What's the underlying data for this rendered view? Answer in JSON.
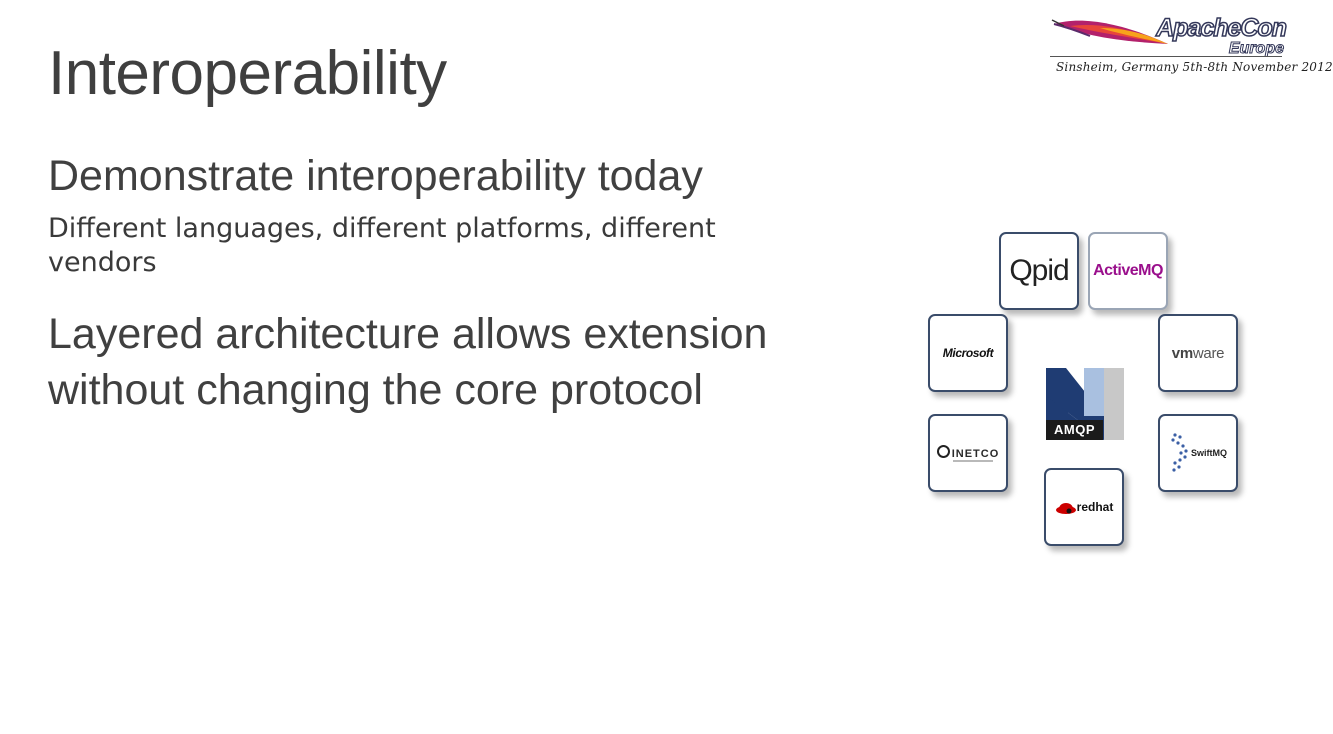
{
  "slide": {
    "title": "Interoperability",
    "bullets": [
      "Demonstrate interoperability today",
      "Different languages, different platforms, different vendors",
      "Layered architecture allows extension without changing the core protocol"
    ]
  },
  "conference_logo": {
    "name": "ApacheCon",
    "region": "Europe",
    "location_dates": "Sinsheim, Germany 5th-8th November 2012"
  },
  "vendors": {
    "qpid": "Qpid",
    "activemq": "ActiveMQ",
    "microsoft": "Microsoft",
    "vmware_prefix": "vm",
    "vmware_suffix": "ware",
    "inetco": "INETCO",
    "swiftmq": "SwiftMQ",
    "redhat": "redhat"
  },
  "center_logo": {
    "label": "AMQP"
  },
  "colors": {
    "title": "#3f3f3f",
    "tile_border": "#3a4c6a",
    "activemq": "#9a0f8c",
    "amqp_navy": "#1f3c73",
    "amqp_light_blue": "#a9c0e0",
    "redhat_red": "#cc0000"
  },
  "icons": [
    "apache-feather-icon",
    "qpid-logo",
    "activemq-logo",
    "microsoft-logo",
    "vmware-logo",
    "inetco-logo",
    "swiftmq-logo",
    "redhat-shadowman-icon",
    "amqp-logo"
  ]
}
